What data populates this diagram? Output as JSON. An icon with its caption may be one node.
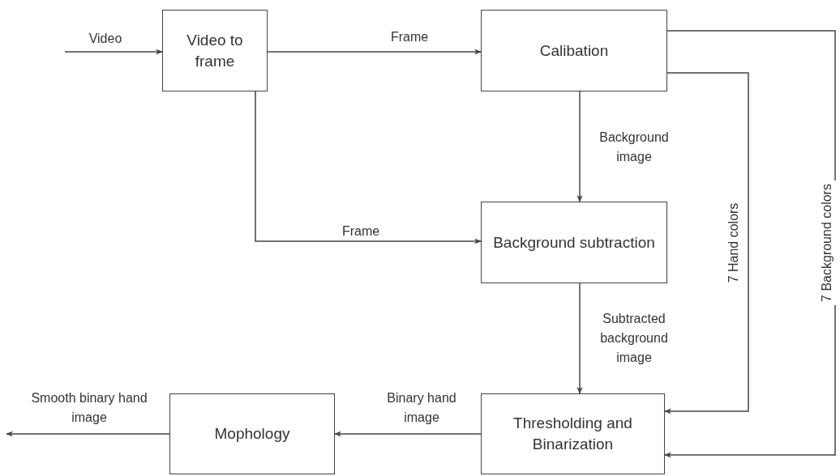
{
  "diagram": {
    "nodes": [
      {
        "text": [
          "Video to frame"
        ]
      },
      {
        "text": [
          "Calibation"
        ]
      },
      {
        "text": [
          "Background subtraction"
        ]
      },
      {
        "text": [
          "Thresholding and Binarization"
        ]
      },
      {
        "text": [
          "Mophology"
        ]
      }
    ],
    "edges": [
      {
        "from": null,
        "to": 0,
        "arrow": "to",
        "label": "Video"
      },
      {
        "from": 0,
        "to": 1,
        "arrow": "to",
        "label": "Frame"
      },
      {
        "from": 1,
        "to": 2,
        "arrow": "to",
        "label": "Background image"
      },
      {
        "from": 0,
        "to": 2,
        "arrow": "to",
        "label": "Frame"
      },
      {
        "from": 1,
        "to": 3,
        "arrow": "to",
        "label": "7 Hand colors"
      },
      {
        "from": 1,
        "to": 3,
        "arrow": "to",
        "label": "7 Background colors"
      },
      {
        "from": 2,
        "to": 3,
        "arrow": "to",
        "label": "Subtracted background image"
      },
      {
        "from": 3,
        "to": 4,
        "arrow": "to",
        "label": "Binary hand image"
      },
      {
        "from": 4,
        "to": null,
        "arrow": "to",
        "label": "Smooth binary hand image"
      }
    ]
  }
}
